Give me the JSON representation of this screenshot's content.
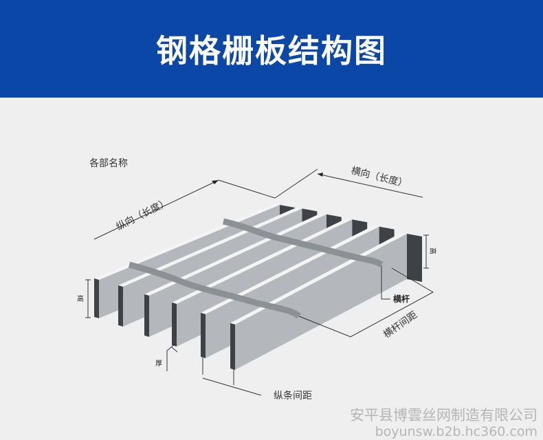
{
  "header": {
    "title": "钢格栅板结构图"
  },
  "diagram": {
    "section_title": "各部名称",
    "longitudinal_length": "纵向（长度）",
    "transverse_length": "横向（长度）",
    "height_left": "高",
    "height_right": "高",
    "cross_bar": "横杆",
    "cross_bar_pitch": "横杆间距",
    "thickness": "厚",
    "bearing_bar_pitch": "纵条间距"
  },
  "footer": {
    "company": "安平县博雲丝网制造有限公司",
    "website": "boyunsw.b2b.hc360.com"
  },
  "colors": {
    "header": "#0b47a6",
    "background": "#efefef",
    "bar_side": "#b4b8bc",
    "bar_top": "#f4f4f4",
    "bar_end": "#3e4246"
  }
}
